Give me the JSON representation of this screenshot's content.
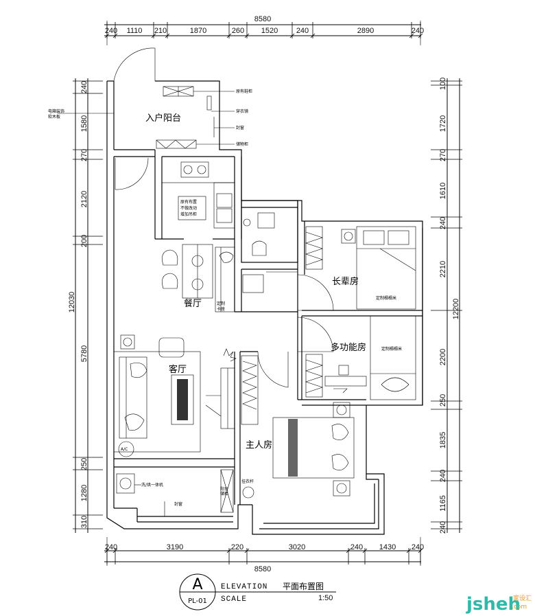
{
  "dimensions": {
    "top_total": "8580",
    "top_segments": [
      "240",
      "1110",
      "210",
      "1870",
      "260",
      "1520",
      "240",
      "2890",
      "240"
    ],
    "bottom_total": "8580",
    "bottom_segments": [
      "240",
      "3190",
      "220",
      "3020",
      "240",
      "1430",
      "240"
    ],
    "left_total": "12030",
    "left_segments": [
      "240",
      "1580",
      "270",
      "2120",
      "200",
      "5780",
      "250",
      "1280",
      "310"
    ],
    "right_total": "12200",
    "right_segments": [
      "100",
      "1720",
      "270",
      "1610",
      "240",
      "2210",
      "2200",
      "250",
      "1835",
      "240",
      "1165",
      "240"
    ]
  },
  "rooms": {
    "entry_balcony": "入户阳台",
    "dining": "餐厅",
    "living": "客厅",
    "elder_room": "长辈房",
    "multi_room": "多功能房",
    "master_room": "主人房"
  },
  "notes": {
    "cabinet_original": "原有鞋柜",
    "mirror": "穿衣镜",
    "window_sealed": "封窗",
    "storage_cabinet": "储物柜",
    "decor_board_1": "电箱装饰",
    "decor_board_2": "软木板",
    "kitchen_note_1": "原有布置",
    "kitchen_note_2": "不做改动",
    "kitchen_note_3": "增加吊柜",
    "custom_cabinet_1": "定制",
    "custom_cabinet_2": "卡座",
    "tatami_1": "定制榻榻米",
    "tatami_2": "定制榻榻米",
    "washer": "洗/烘一体机",
    "balcony_cabinet_1": "阳台",
    "balcony_cabinet_2": "储柜",
    "window_sealed_2": "封窗",
    "wardrobe_rod": "挂衣杆",
    "ac_unit": "A/C"
  },
  "title_block": {
    "letter": "A",
    "sheet": "PL-01",
    "elevation": "ELEVATION",
    "scale_label": "SCALE",
    "title_cn": "平面布置图",
    "scale_value": "1:50"
  },
  "watermark": {
    "brand": "jsheh",
    "suffix": ".com",
    "tag": "家设汇"
  }
}
